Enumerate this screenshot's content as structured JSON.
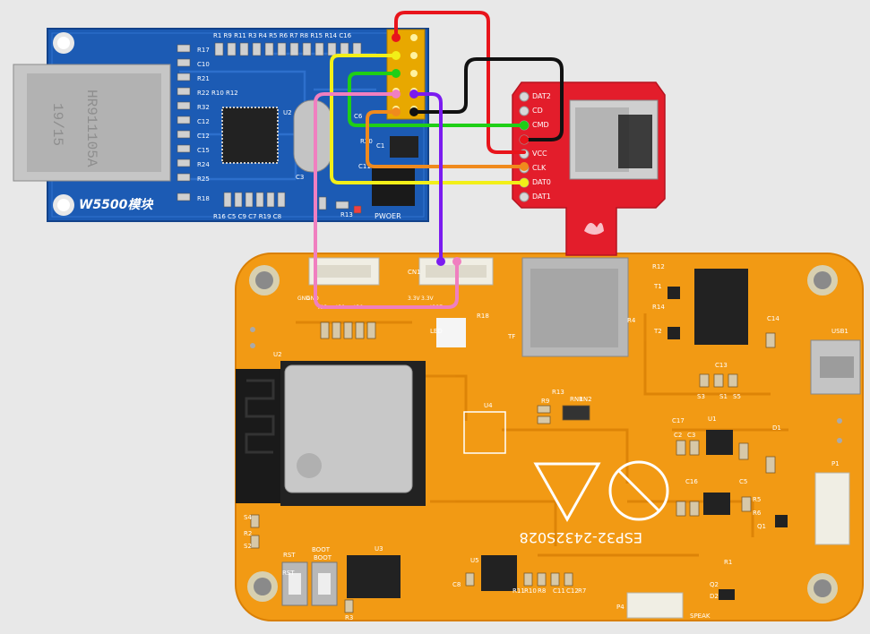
{
  "w5500": {
    "module_label": "W5500模块",
    "chip_label": "U2",
    "jack_text_1": "HR911105A",
    "jack_text_2": "19/15",
    "power_label": "PWOER",
    "resistor_row_top": "R1 R9 R11 R3 R4 R5 R6 R7 R8 R15 R14 C16",
    "left_labels": [
      "R17",
      "C10",
      "R21",
      "R22 R10 R12",
      "R32",
      "C12",
      "C12",
      "C15",
      "R24",
      "R25",
      "R18"
    ],
    "bottom_labels": "R16 C5 C9 C7 R19 C8",
    "misc_labels": [
      "C6",
      "R20",
      "C1",
      "C11",
      "C3",
      "R13"
    ]
  },
  "sd_module": {
    "pins": [
      "DAT2",
      "CD",
      "CMD",
      "VCC",
      "CLK",
      "DAT0",
      "DAT1"
    ]
  },
  "esp_board": {
    "silk_model": "ESP32-2432S028",
    "connector_cn1": "CN1",
    "connector_labels": [
      "GND",
      "GND",
      "3.3V",
      "3.3V",
      "IO2",
      "IO1",
      "IO0",
      "IO27"
    ],
    "labels": [
      "R18",
      "LED",
      "TF",
      "U4",
      "U3",
      "U2",
      "U1",
      "U5",
      "Q1",
      "Q2",
      "R9",
      "R13",
      "R12",
      "USB1",
      "P1",
      "P4",
      "SPEAK",
      "C14",
      "C13",
      "C16",
      "C17",
      "C2",
      "C3",
      "C5",
      "C8",
      "C11",
      "C12",
      "R1",
      "R2",
      "R7",
      "R8",
      "R10",
      "R11",
      "R14",
      "S1",
      "S2",
      "S3",
      "S4",
      "S5",
      "RST",
      "BOOT",
      "D1",
      "D2",
      "R3",
      "R4",
      "R5",
      "R6",
      "RN1",
      "RN2",
      "T1",
      "T2"
    ],
    "rst_label": "RST",
    "boot_label": "BOOT"
  },
  "wires": [
    {
      "name": "red-wire",
      "color": "#e8141b"
    },
    {
      "name": "black-wire",
      "color": "#111111"
    },
    {
      "name": "green-wire",
      "color": "#1fcf16"
    },
    {
      "name": "orange-wire",
      "color": "#f08a1d"
    },
    {
      "name": "yellow-wire",
      "color": "#f2ef18"
    },
    {
      "name": "pink-wire",
      "color": "#f07fc0"
    },
    {
      "name": "purple-wire",
      "color": "#7b1bf0"
    }
  ]
}
